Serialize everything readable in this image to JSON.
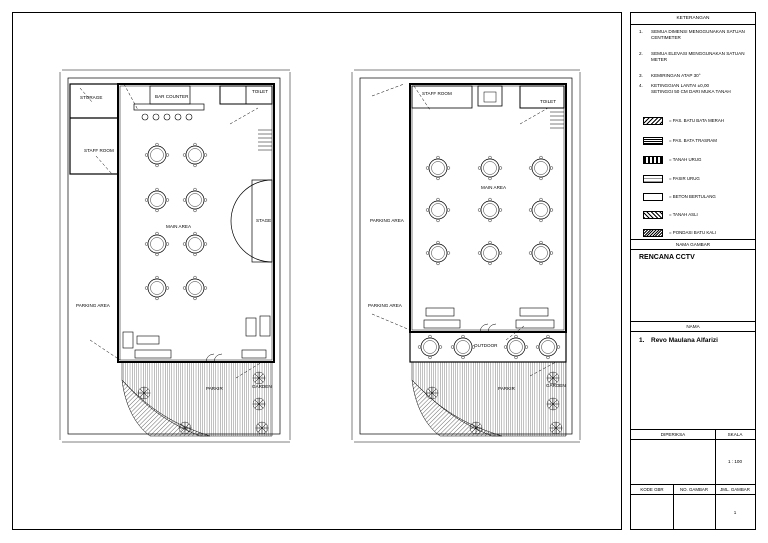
{
  "legend": {
    "title": "KETERANGAN",
    "notes": [
      {
        "num": "1.",
        "text": "SEMUA DIMENSI MENGGUNAKAN SATUAN CENTIMETER"
      },
      {
        "num": "2.",
        "text": "SEMUA ELEVASI MENGGUNAKAN SATUAN METER"
      },
      {
        "num": "3.",
        "text": "KEMIRINGAN ATAP 30°"
      },
      {
        "num": "4.",
        "text": "KETINGGIAN LANTAI ±0,00 SETINGGI 50 CM DARI MUKA TANAH"
      }
    ],
    "materials": [
      {
        "label": "= PAS. BATU BATA MERAH"
      },
      {
        "label": "= PAS. BATA TRASRAM"
      },
      {
        "label": "= TANAH URUG"
      },
      {
        "label": "= PASIR URUG"
      },
      {
        "label": "= BETON BERTULANG"
      },
      {
        "label": "= TANAH ASLI"
      },
      {
        "label": "= PONDASI BATU KALI"
      }
    ]
  },
  "title_block": {
    "drawing_name_header": "NAMA GAMBAR",
    "drawing_name": "RENCANA CCTV",
    "name_header": "NAMA",
    "name_num": "1.",
    "name_value": "Revo Maulana Alfarizi",
    "checked_header": "DIPERIKSA",
    "scale_header": "SKALA",
    "scale_value": "1 : 100",
    "code_header": "KODE GBR",
    "number_header": "NO. GAMBAR",
    "count_header": "JML. GAMBAR",
    "count_value": "1"
  },
  "plan_left": {
    "labels": {
      "storage": "STORAGE",
      "bar_counter": "BAR COUNTER",
      "toilet": "TOILET",
      "staff_room": "STAFF ROOM",
      "main_area": "MAIN AREA",
      "stage": "STAGE",
      "parking_area": "PARKING AREA",
      "garden": "GARDEN",
      "parkir": "PARKIR"
    }
  },
  "plan_right": {
    "labels": {
      "staff_room": "STAFF ROOM",
      "toilet": "TOILET",
      "main_area": "MAIN AREA",
      "parking_area": "PARKING AREA",
      "parking_area_2": "PARKING AREA",
      "outdoor": "OUTDOOR",
      "garden": "GARDEN",
      "parkir": "PARKIR"
    }
  }
}
